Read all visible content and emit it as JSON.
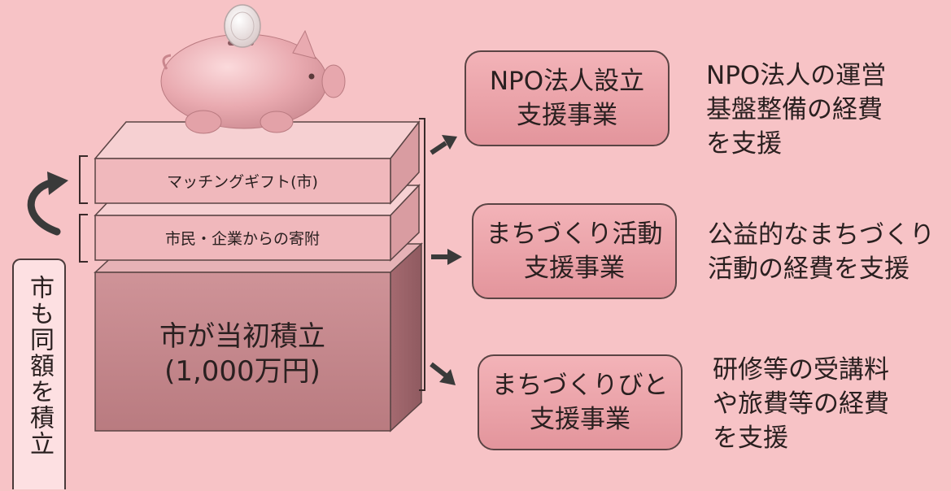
{
  "stack": {
    "top_layer_label": "マッチングギフト(市)",
    "middle_layer_label": "市民・企業からの寄附",
    "base_label_line1": "市が当初積立",
    "base_label_line2": "(1,000万円)"
  },
  "side_note": "市も同額を積立",
  "programs": [
    {
      "title_line1": "NPO法人設立",
      "title_line2": "支援事業",
      "desc_line1": "NPO法人の運営",
      "desc_line2": "基盤整備の経費",
      "desc_line3": "を支援"
    },
    {
      "title_line1": "まちづくり活動",
      "title_line2": "支援事業",
      "desc_line1": "公益的なまちづくり",
      "desc_line2": "活動の経費を支援",
      "desc_line3": ""
    },
    {
      "title_line1": "まちづくりびと",
      "title_line2": "支援事業",
      "desc_line1": "研修等の受講料",
      "desc_line2": "や旅費等の経費",
      "desc_line3": "を支援"
    }
  ],
  "colors": {
    "background": "#f7c3c6",
    "layer_front": "#f0b8bc",
    "layer_top": "#f6d0d2",
    "base_front": "#c98a8f",
    "base_side": "#a86a70",
    "program_box": "#eda4aa",
    "outline": "#4a3a3a",
    "piggy_bank": "#ebb0b4"
  },
  "icons": [
    "piggy-bank-icon",
    "coin-icon",
    "curved-arrow-icon",
    "right-arrow-icon"
  ]
}
